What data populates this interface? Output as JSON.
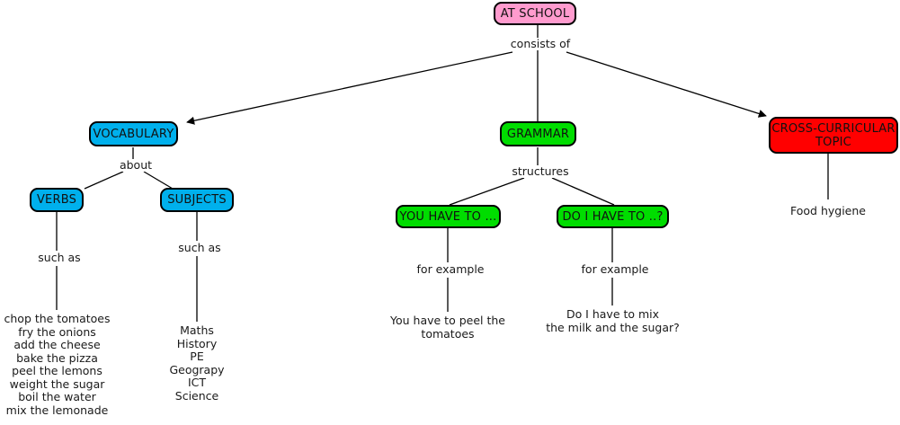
{
  "map": {
    "title": "AT SCHOOL",
    "colors": {
      "root": "#ff9bce",
      "vocabulary": "#00b0ec",
      "grammar": "#00dd00",
      "cross_curricular": "#ff0000",
      "edge": "#000000",
      "text": "#1a1a1a"
    },
    "nodes": {
      "at_school": "AT SCHOOL",
      "vocabulary": "VOCABULARY",
      "grammar": "GRAMMAR",
      "cross_curricular": "CROSS-CURRICULAR\nTOPIC",
      "verbs": "VERBS",
      "subjects": "SUBJECTS",
      "you_have_to": "YOU HAVE TO ...",
      "do_i_have_to": "DO I HAVE TO ..?"
    },
    "link_labels": {
      "consists_of": "consists of",
      "about": "about",
      "structures": "structures",
      "such_as_verbs": "such as",
      "such_as_subjects": "such as",
      "for_example_you": "for example",
      "for_example_do": "for example"
    },
    "leaves": {
      "verbs_list": "chop the tomatoes\nfry the onions\nadd the cheese\nbake the pizza\npeel the lemons\nweight the sugar\nboil the water\nmix the lemonade",
      "subjects_list": "Maths\nHistory\nPE\nGeograpy\nICT\nScience",
      "you_have_to_example": "You have to peel the\ntomatoes",
      "do_i_have_to_example": "Do I have to mix\nthe milk and the sugar?",
      "food_hygiene": "Food hygiene"
    }
  }
}
